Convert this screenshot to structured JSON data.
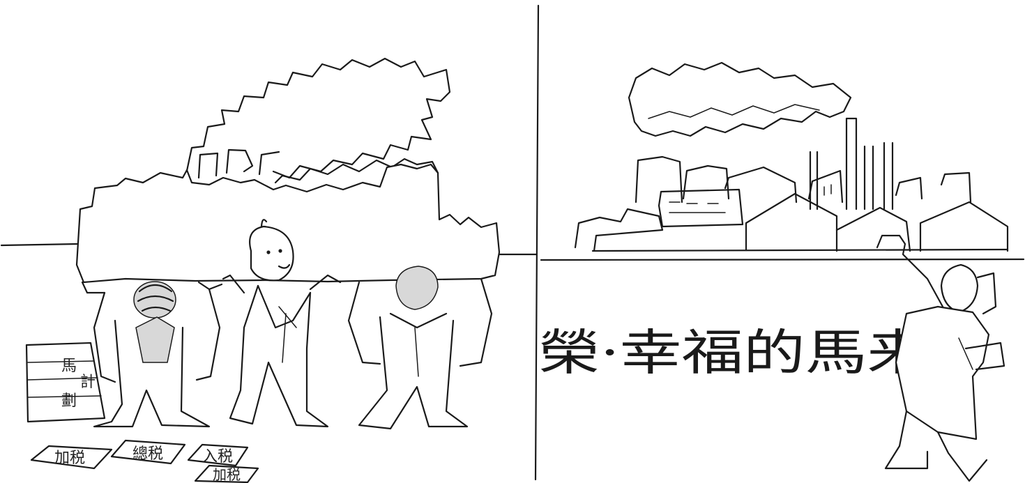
{
  "right_panel": {
    "banner": "榮·幸福的馬来"
  },
  "left_panel": {
    "papers": [
      {
        "text": "加税"
      },
      {
        "text": "總税"
      },
      {
        "text": "入税"
      },
      {
        "text": "加税"
      }
    ],
    "stack_texts": [
      {
        "text": "馬"
      },
      {
        "text": "計"
      },
      {
        "text": "劃"
      }
    ]
  },
  "colors": {
    "ink": "#1a1a1a",
    "paper": "#ffffff"
  }
}
